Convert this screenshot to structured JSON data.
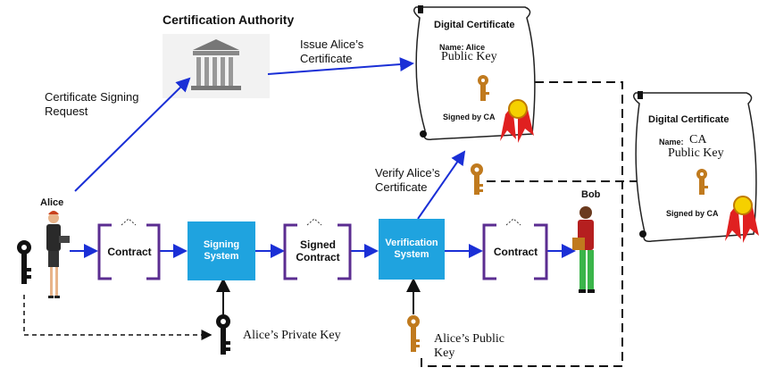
{
  "ca": {
    "title": "Certification Authority"
  },
  "labels": {
    "csr": "Certificate Signing Request",
    "issue": "Issue Alice’s Certificate",
    "verify": "Verify Alice’s Certificate",
    "private_key": "Alice’s Private Key",
    "public_key": "Alice’s Public Key"
  },
  "people": {
    "alice": "Alice",
    "bob": "Bob"
  },
  "process": {
    "contract_left": "Contract",
    "signing_system": "Signing System",
    "signed_contract": "Signed Contract",
    "verification_system": "Verification System",
    "contract_right": "Contract"
  },
  "cert_alice": {
    "title": "Digital Certificate",
    "name": "Name: Alice",
    "public_key": "Public Key",
    "signed": "Signed by CA"
  },
  "cert_ca": {
    "title": "Digital Certificate",
    "name_label": "Name:",
    "name_value": "CA",
    "public_key": "Public Key",
    "signed": "Signed by CA"
  },
  "colors": {
    "arrow": "#1a2fd6",
    "box": "#1fa3df",
    "bracket": "#5b2d91",
    "key_dark": "#111111",
    "key_gold": "#c07a1e",
    "ribbon": "#e02020"
  },
  "icons": [
    "bank-building-icon",
    "businesswoman-icon",
    "businessman-icon",
    "key-icon",
    "seal-ribbon-icon",
    "scroll-icon"
  ]
}
